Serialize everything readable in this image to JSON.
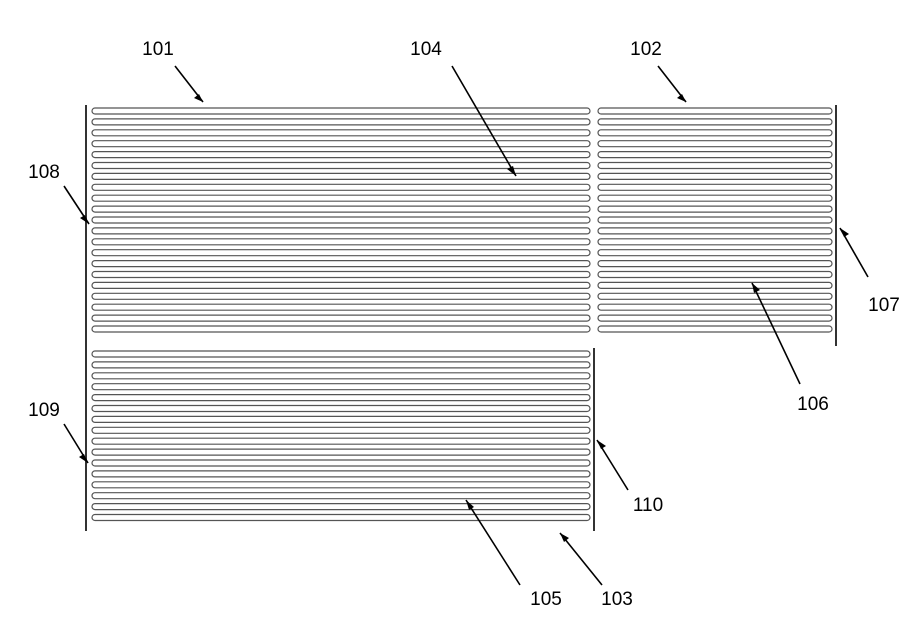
{
  "figure": {
    "colors": {
      "line": "#555555",
      "text": "#000000",
      "background": "#ffffff"
    },
    "labels": [
      {
        "id": "ref-101",
        "text": "101"
      },
      {
        "id": "ref-102",
        "text": "102"
      },
      {
        "id": "ref-103",
        "text": "103"
      },
      {
        "id": "ref-104",
        "text": "104"
      },
      {
        "id": "ref-105",
        "text": "105"
      },
      {
        "id": "ref-106",
        "text": "106"
      },
      {
        "id": "ref-107",
        "text": "107"
      },
      {
        "id": "ref-108",
        "text": "108"
      },
      {
        "id": "ref-109",
        "text": "109"
      },
      {
        "id": "ref-110",
        "text": "110"
      }
    ]
  }
}
